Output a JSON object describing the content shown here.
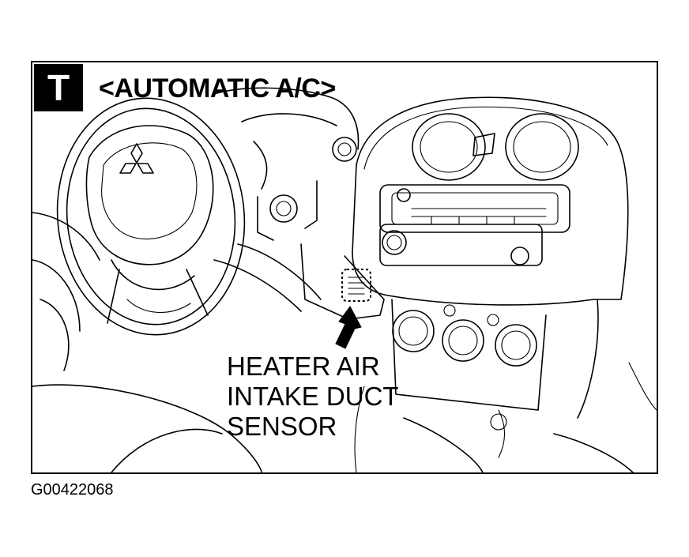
{
  "badge": {
    "letter": "T"
  },
  "title": "<AUTOMATIC A/C>",
  "callout": {
    "lines": [
      "HEATER AIR",
      "INTAKE DUCT",
      "SENSOR"
    ]
  },
  "figure_id": "G00422068",
  "colors": {
    "ink": "#000000",
    "paper": "#ffffff"
  },
  "icons": {
    "sensor": "sensor-icon",
    "arrow": "pointer-arrow-icon",
    "logo": "manufacturer-logo-icon"
  }
}
